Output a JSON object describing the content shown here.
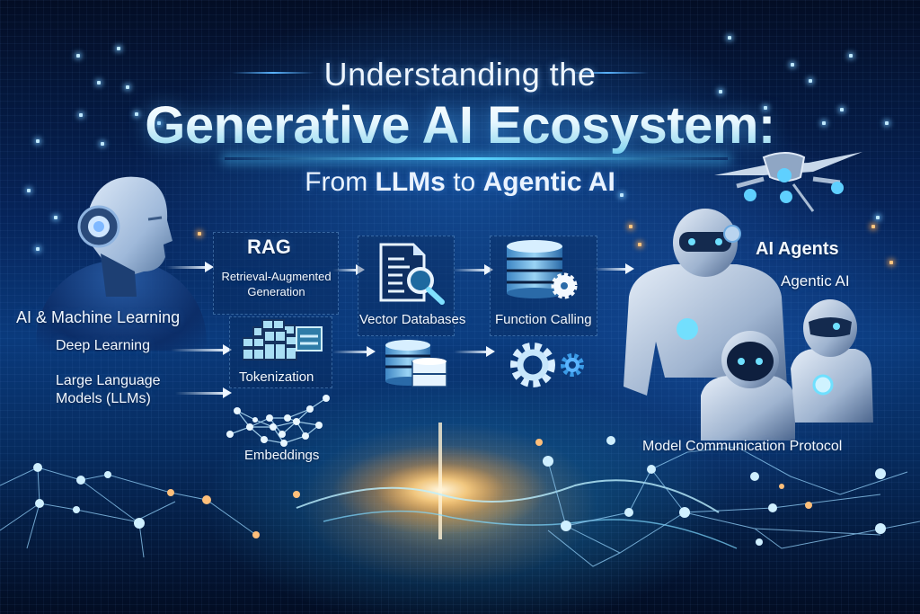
{
  "title": {
    "line1": "Understanding the",
    "line2": "Generative AI Ecosystem:",
    "line3_prefix": "From",
    "line3_bold1": "LLMs",
    "line3_mid": "to",
    "line3_bold2": "Agentic AI"
  },
  "left_column": {
    "items": [
      {
        "label": "AI & Machine Learning"
      },
      {
        "label": "Deep Learning"
      },
      {
        "label": "Large Language Models (LLMs)",
        "line1": "Large Language",
        "line2": "Models (LLMs)"
      }
    ]
  },
  "modules": {
    "rag": {
      "title": "RAG",
      "subtitle_line1": "Retrieval-Augmented",
      "subtitle_line2": "Generation"
    },
    "tokenization": {
      "label": "Tokenization",
      "icon": "token-blocks-icon"
    },
    "embeddings": {
      "label": "Embeddings",
      "icon": "node-graph-icon"
    },
    "vector_databases": {
      "label": "Vector Databases",
      "icon": "document-search-icon",
      "secondary_icon": "database-stack-icon"
    },
    "function_calling": {
      "label": "Function Calling",
      "icon": "database-gear-icon",
      "secondary_icon": "gears-icon"
    }
  },
  "right_column": {
    "title": "AI Agents",
    "subtitle": "Agentic AI",
    "footer": "Model Communication Protocol",
    "icons": [
      "drone-icon",
      "robot-icon"
    ]
  },
  "colors": {
    "background_dark": "#020b1e",
    "background_mid": "#0a3a7c",
    "accent_cyan": "#59d4ff",
    "glow_orange": "#ffbe5a",
    "text": "#f2f8ff"
  }
}
